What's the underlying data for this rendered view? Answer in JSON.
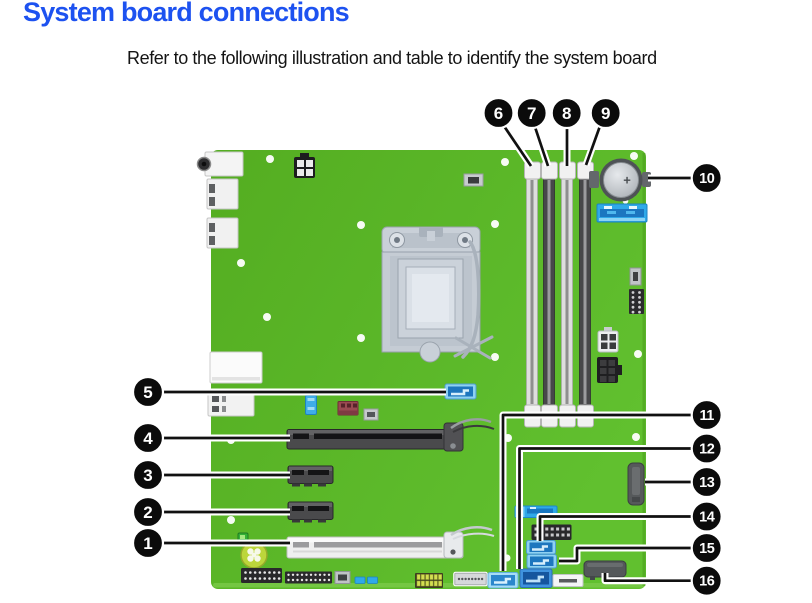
{
  "page": {
    "heading": "System board connections",
    "heading_color": "#1d52f0",
    "intro_text": "Refer to the following illustration and table to identify the system board"
  },
  "board": {
    "pcb_color": "#57b226",
    "callout_line_color": "#111111",
    "battery_plus": "+",
    "callouts": [
      {
        "label": "1"
      },
      {
        "label": "2"
      },
      {
        "label": "3"
      },
      {
        "label": "4"
      },
      {
        "label": "5"
      },
      {
        "label": "6"
      },
      {
        "label": "7"
      },
      {
        "label": "8"
      },
      {
        "label": "9"
      },
      {
        "label": "10"
      },
      {
        "label": "11"
      },
      {
        "label": "12"
      },
      {
        "label": "13"
      },
      {
        "label": "14"
      },
      {
        "label": "15"
      },
      {
        "label": "16"
      }
    ]
  }
}
